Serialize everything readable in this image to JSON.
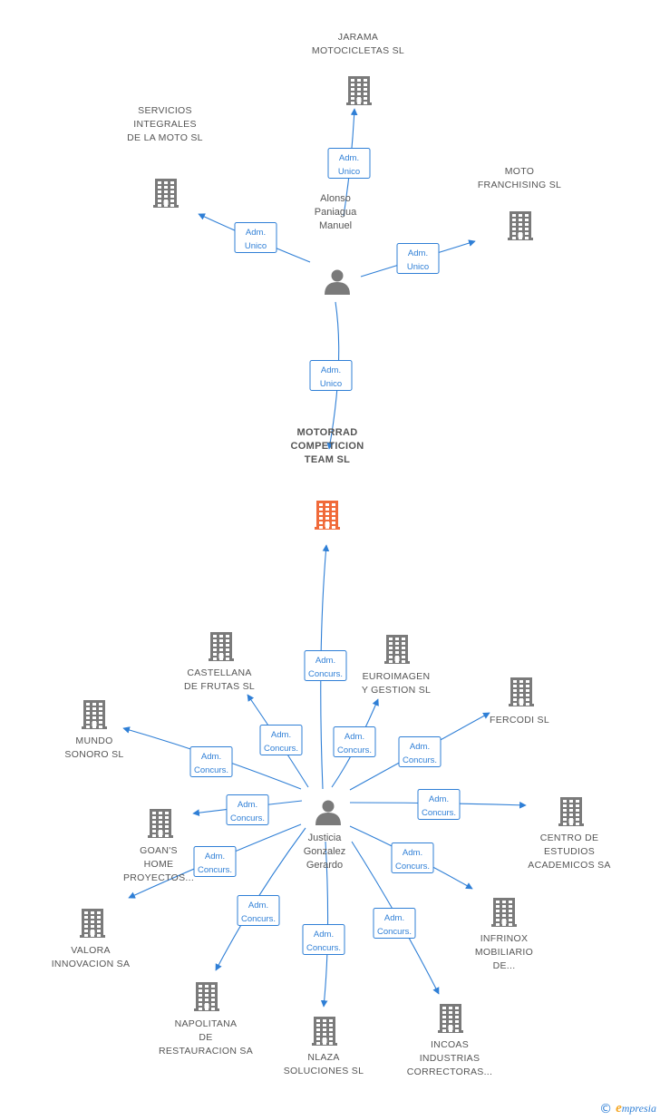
{
  "colors": {
    "edge": "#2f7fd6",
    "building": "#7a7a7a",
    "center_building": "#f06a3a",
    "person": "#7a7a7a",
    "text": "#555555"
  },
  "center": {
    "name_lines": [
      "MOTORRAD",
      "COMPETICION",
      "TEAM SL"
    ],
    "icon": "building-icon"
  },
  "persons": [
    {
      "id": "alonso",
      "name_lines": [
        "Alonso",
        "Paniagua",
        "Manuel"
      ],
      "icon": "person-icon"
    },
    {
      "id": "justicia",
      "name_lines": [
        "Justicia",
        "Gonzalez",
        "Gerardo"
      ],
      "icon": "person-icon"
    }
  ],
  "companies": [
    {
      "id": "jarama",
      "name_lines": [
        "JARAMA",
        "MOTOCICLETAS SL"
      ]
    },
    {
      "id": "servicios",
      "name_lines": [
        "SERVICIOS",
        "INTEGRALES",
        "DE LA MOTO SL"
      ]
    },
    {
      "id": "franchising",
      "name_lines": [
        "MOTO",
        "FRANCHISING SL"
      ]
    },
    {
      "id": "castellana",
      "name_lines": [
        "CASTELLANA",
        "DE FRUTAS SL"
      ]
    },
    {
      "id": "euroimagen",
      "name_lines": [
        "EUROIMAGEN",
        "Y GESTION SL"
      ]
    },
    {
      "id": "fercodi",
      "name_lines": [
        "FERCODI SL"
      ]
    },
    {
      "id": "mundo",
      "name_lines": [
        "MUNDO",
        "SONORO SL"
      ]
    },
    {
      "id": "goans",
      "name_lines": [
        "GOAN'S",
        "HOME",
        "PROYECTOS..."
      ]
    },
    {
      "id": "centro",
      "name_lines": [
        "CENTRO DE",
        "ESTUDIOS",
        "ACADEMICOS SA"
      ]
    },
    {
      "id": "valora",
      "name_lines": [
        "VALORA",
        "INNOVACION SA"
      ]
    },
    {
      "id": "infrinox",
      "name_lines": [
        "INFRINOX",
        "MOBILIARIO",
        "DE..."
      ]
    },
    {
      "id": "napolitana",
      "name_lines": [
        "NAPOLITANA",
        "DE",
        "RESTAURACION SA"
      ]
    },
    {
      "id": "nlaza",
      "name_lines": [
        "NLAZA",
        "SOLUCIONES SL"
      ]
    },
    {
      "id": "incoas",
      "name_lines": [
        "INCOAS",
        "INDUSTRIAS",
        "CORRECTORAS..."
      ]
    }
  ],
  "edges": [
    {
      "from": "alonso",
      "to": "jarama",
      "label": [
        "Adm.",
        "Unico"
      ]
    },
    {
      "from": "alonso",
      "to": "servicios",
      "label": [
        "Adm.",
        "Unico"
      ]
    },
    {
      "from": "alonso",
      "to": "franchising",
      "label": [
        "Adm.",
        "Unico"
      ]
    },
    {
      "from": "alonso",
      "to": "center",
      "label": [
        "Adm.",
        "Unico"
      ]
    },
    {
      "from": "justicia",
      "to": "center",
      "label": [
        "Adm.",
        "Concurs."
      ]
    },
    {
      "from": "justicia",
      "to": "castellana",
      "label": [
        "Adm.",
        "Concurs."
      ]
    },
    {
      "from": "justicia",
      "to": "euroimagen",
      "label": [
        "Adm.",
        "Concurs."
      ]
    },
    {
      "from": "justicia",
      "to": "fercodi",
      "label": [
        "Adm.",
        "Concurs."
      ]
    },
    {
      "from": "justicia",
      "to": "mundo",
      "label": [
        "Adm.",
        "Concurs."
      ]
    },
    {
      "from": "justicia",
      "to": "goans",
      "label": [
        "Adm.",
        "Concurs."
      ]
    },
    {
      "from": "justicia",
      "to": "centro",
      "label": [
        "Adm.",
        "Concurs."
      ]
    },
    {
      "from": "justicia",
      "to": "valora",
      "label": [
        "Adm.",
        "Concurs."
      ]
    },
    {
      "from": "justicia",
      "to": "infrinox",
      "label": [
        "Adm.",
        "Concurs."
      ]
    },
    {
      "from": "justicia",
      "to": "napolitana",
      "label": [
        "Adm.",
        "Concurs."
      ]
    },
    {
      "from": "justicia",
      "to": "nlaza",
      "label": [
        "Adm.",
        "Concurs."
      ]
    },
    {
      "from": "justicia",
      "to": "incoas",
      "label": [
        "Adm.",
        "Concurs."
      ]
    }
  ],
  "footer": {
    "copyright": "©",
    "brand_first": "e",
    "brand_rest": "mpresia"
  }
}
